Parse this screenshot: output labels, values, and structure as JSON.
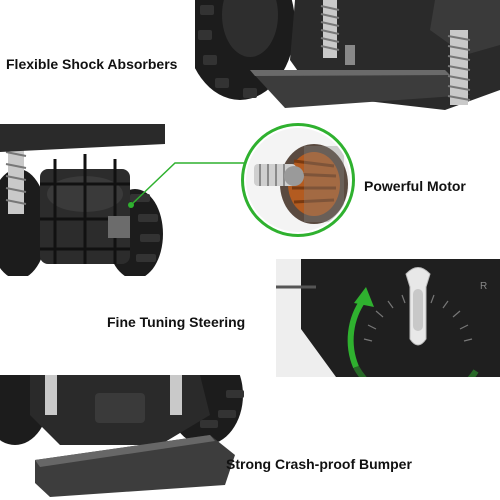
{
  "features": {
    "shock": {
      "label": "Flexible Shock Absorbers"
    },
    "motor": {
      "label": "Powerful Motor"
    },
    "steering": {
      "label": "Fine Tuning Steering",
      "dial_mark": "R"
    },
    "bumper": {
      "label": "Strong Crash-proof Bumper"
    }
  },
  "colors": {
    "accent_green": "#2fb12f",
    "body_dark": "#2a2a2a",
    "tire": "#1c1c1c",
    "chrome": "#c9c9c9"
  },
  "icons": [
    "steering-arrow-icon",
    "motor-callout-icon"
  ]
}
